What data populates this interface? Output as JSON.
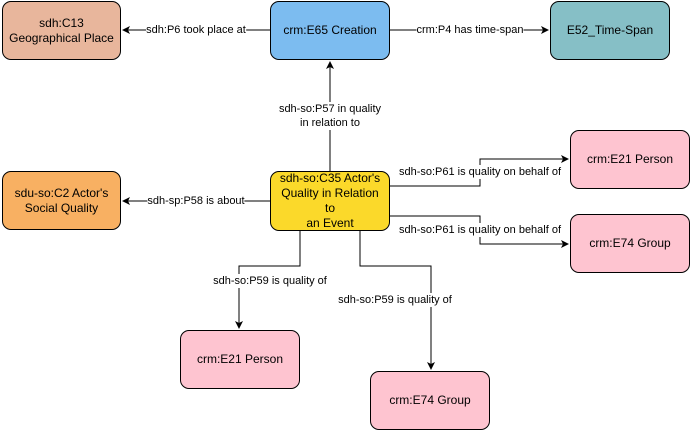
{
  "colors": {
    "brown": "#e8b69c",
    "blue": "#7cbcf0",
    "teal": "#86bfc6",
    "orange": "#f8b062",
    "yellow": "#fbd92a",
    "pink": "#fec4d0"
  },
  "nodes": {
    "geo_place": "sdh:C13\nGeographical Place",
    "creation": "crm:E65 Creation",
    "time_span": "E52_Time-Span",
    "social_quality": "sdu-so:C2 Actor's\nSocial Quality",
    "central": "sdh-so:C35 Actor's\nQuality in Relation to\nan Event",
    "person_right": "crm:E21 Person",
    "group_right": "crm:E74 Group",
    "person_bottom": "crm:E21 Person",
    "group_bottom": "crm:E74 Group"
  },
  "edges": {
    "took_place_at": "sdh:P6 took place at",
    "has_time_span": "crm:P4 has time-span",
    "in_quality": "sdh-so:P57 in quality\nin relation to",
    "is_about": "sdh-sp:P58 is about",
    "on_behalf_person": "sdh-so:P61 is quality on behalf of",
    "on_behalf_group": "sdh-so:P61 is quality on behalf of",
    "quality_of_person": "sdh-so:P59 is quality of",
    "quality_of_group": "sdh-so:P59 is quality of"
  }
}
